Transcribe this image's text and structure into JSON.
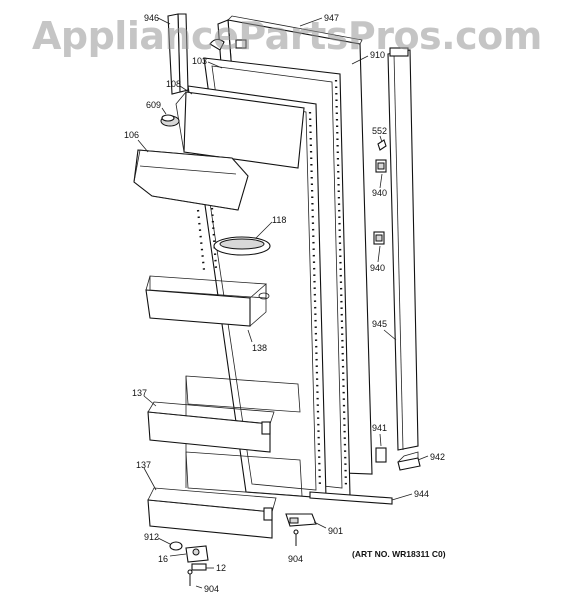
{
  "watermark": "AppliancePartsPros.com",
  "art_no": "(ART NO. WR18311 C0)",
  "colors": {
    "line": "#111111",
    "shade": "#d8d8d8",
    "watermark": "#969696"
  },
  "callouts": [
    {
      "id": "946",
      "text": "946"
    },
    {
      "id": "947",
      "text": "947"
    },
    {
      "id": "910",
      "text": "910"
    },
    {
      "id": "103",
      "text": "103"
    },
    {
      "id": "108",
      "text": "108"
    },
    {
      "id": "609",
      "text": "609"
    },
    {
      "id": "106",
      "text": "106"
    },
    {
      "id": "118",
      "text": "118"
    },
    {
      "id": "552",
      "text": "552"
    },
    {
      "id": "940a",
      "text": "940"
    },
    {
      "id": "940b",
      "text": "940"
    },
    {
      "id": "945",
      "text": "945"
    },
    {
      "id": "138",
      "text": "138"
    },
    {
      "id": "137a",
      "text": "137"
    },
    {
      "id": "137b",
      "text": "137"
    },
    {
      "id": "941",
      "text": "941"
    },
    {
      "id": "942",
      "text": "942"
    },
    {
      "id": "944",
      "text": "944"
    },
    {
      "id": "901",
      "text": "901"
    },
    {
      "id": "912",
      "text": "912"
    },
    {
      "id": "16",
      "text": "16"
    },
    {
      "id": "12",
      "text": "12"
    },
    {
      "id": "904a",
      "text": "904"
    },
    {
      "id": "904b",
      "text": "904"
    }
  ]
}
